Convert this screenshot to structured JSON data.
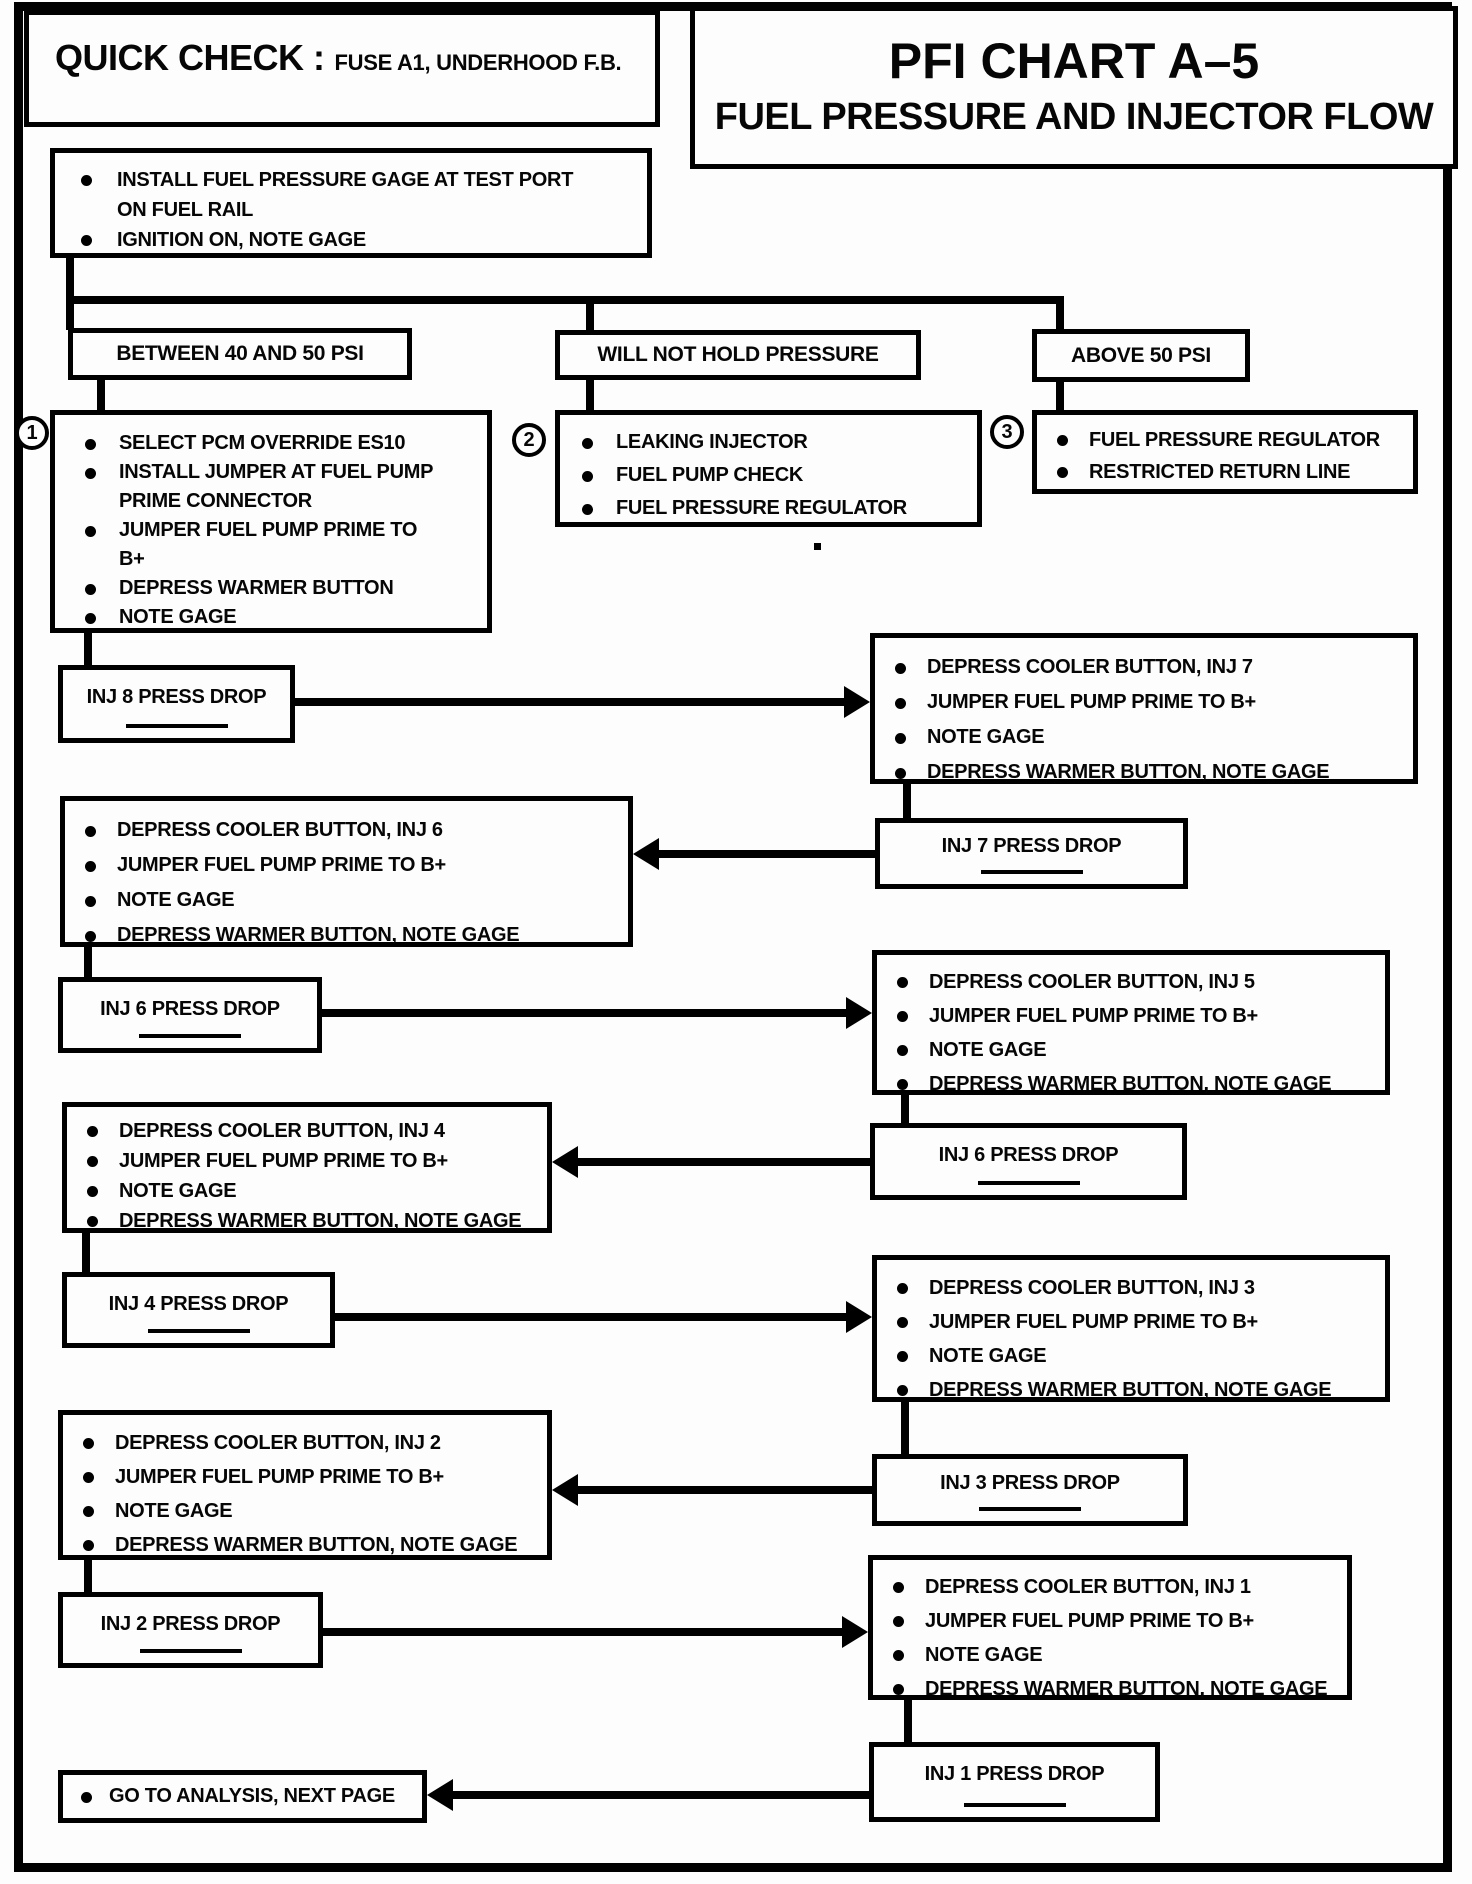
{
  "header": {
    "quick_check_label": "QUICK CHECK :",
    "quick_check_value": "FUSE A1, UNDERHOOD F.B.",
    "title_line1": "PFI CHART A–5",
    "title_line2": "FUEL PRESSURE AND INJECTOR FLOW"
  },
  "start": {
    "items": [
      "INSTALL FUEL PRESSURE GAGE AT TEST PORT\nON FUEL RAIL",
      "IGNITION ON, NOTE GAGE"
    ]
  },
  "branches": [
    {
      "number": "1",
      "condition": "BETWEEN 40 AND 50 PSI",
      "items": [
        "SELECT PCM OVERRIDE ES10",
        "INSTALL JUMPER AT FUEL PUMP\nPRIME CONNECTOR",
        "JUMPER FUEL PUMP PRIME TO\nB+",
        "DEPRESS WARMER BUTTON",
        "NOTE GAGE"
      ]
    },
    {
      "number": "2",
      "condition": "WILL NOT HOLD PRESSURE",
      "items": [
        "LEAKING INJECTOR",
        "FUEL PUMP CHECK",
        "FUEL PRESSURE REGULATOR"
      ]
    },
    {
      "number": "3",
      "condition": "ABOVE 50 PSI",
      "items": [
        "FUEL PRESSURE REGULATOR",
        "RESTRICTED RETURN LINE"
      ]
    }
  ],
  "flow": {
    "press_drops": [
      "INJ 8 PRESS DROP",
      "INJ 7 PRESS DROP",
      "INJ 6 PRESS DROP",
      "INJ 6 PRESS DROP",
      "INJ 4 PRESS DROP",
      "INJ 3 PRESS DROP",
      "INJ 2 PRESS DROP",
      "INJ 1 PRESS DROP"
    ],
    "step_boxes": [
      {
        "items": [
          "DEPRESS COOLER BUTTON, INJ 7",
          "JUMPER FUEL PUMP PRIME TO B+",
          "NOTE GAGE",
          "DEPRESS WARMER BUTTON, NOTE GAGE"
        ]
      },
      {
        "items": [
          "DEPRESS COOLER BUTTON, INJ 6",
          "JUMPER FUEL PUMP PRIME TO B+",
          "NOTE GAGE",
          "DEPRESS WARMER BUTTON, NOTE GAGE"
        ]
      },
      {
        "items": [
          "DEPRESS COOLER BUTTON, INJ 5",
          "JUMPER FUEL PUMP PRIME TO B+",
          "NOTE GAGE",
          "DEPRESS WARMER BUTTON, NOTE GAGE"
        ]
      },
      {
        "items": [
          "DEPRESS COOLER BUTTON, INJ 4",
          "JUMPER FUEL PUMP PRIME TO B+",
          "NOTE GAGE",
          "DEPRESS WARMER BUTTON, NOTE GAGE"
        ]
      },
      {
        "items": [
          "DEPRESS COOLER BUTTON, INJ 3",
          "JUMPER FUEL PUMP PRIME TO B+",
          "NOTE GAGE",
          "DEPRESS WARMER BUTTON, NOTE GAGE"
        ]
      },
      {
        "items": [
          "DEPRESS COOLER BUTTON, INJ 2",
          "JUMPER FUEL PUMP PRIME TO B+",
          "NOTE GAGE",
          "DEPRESS WARMER BUTTON, NOTE GAGE"
        ]
      },
      {
        "items": [
          "DEPRESS COOLER BUTTON, INJ 1",
          "JUMPER FUEL PUMP PRIME TO B+",
          "NOTE GAGE",
          "DEPRESS WARMER BUTTON, NOTE GAGE"
        ]
      }
    ],
    "end_item": "GO TO ANALYSIS, NEXT PAGE"
  }
}
